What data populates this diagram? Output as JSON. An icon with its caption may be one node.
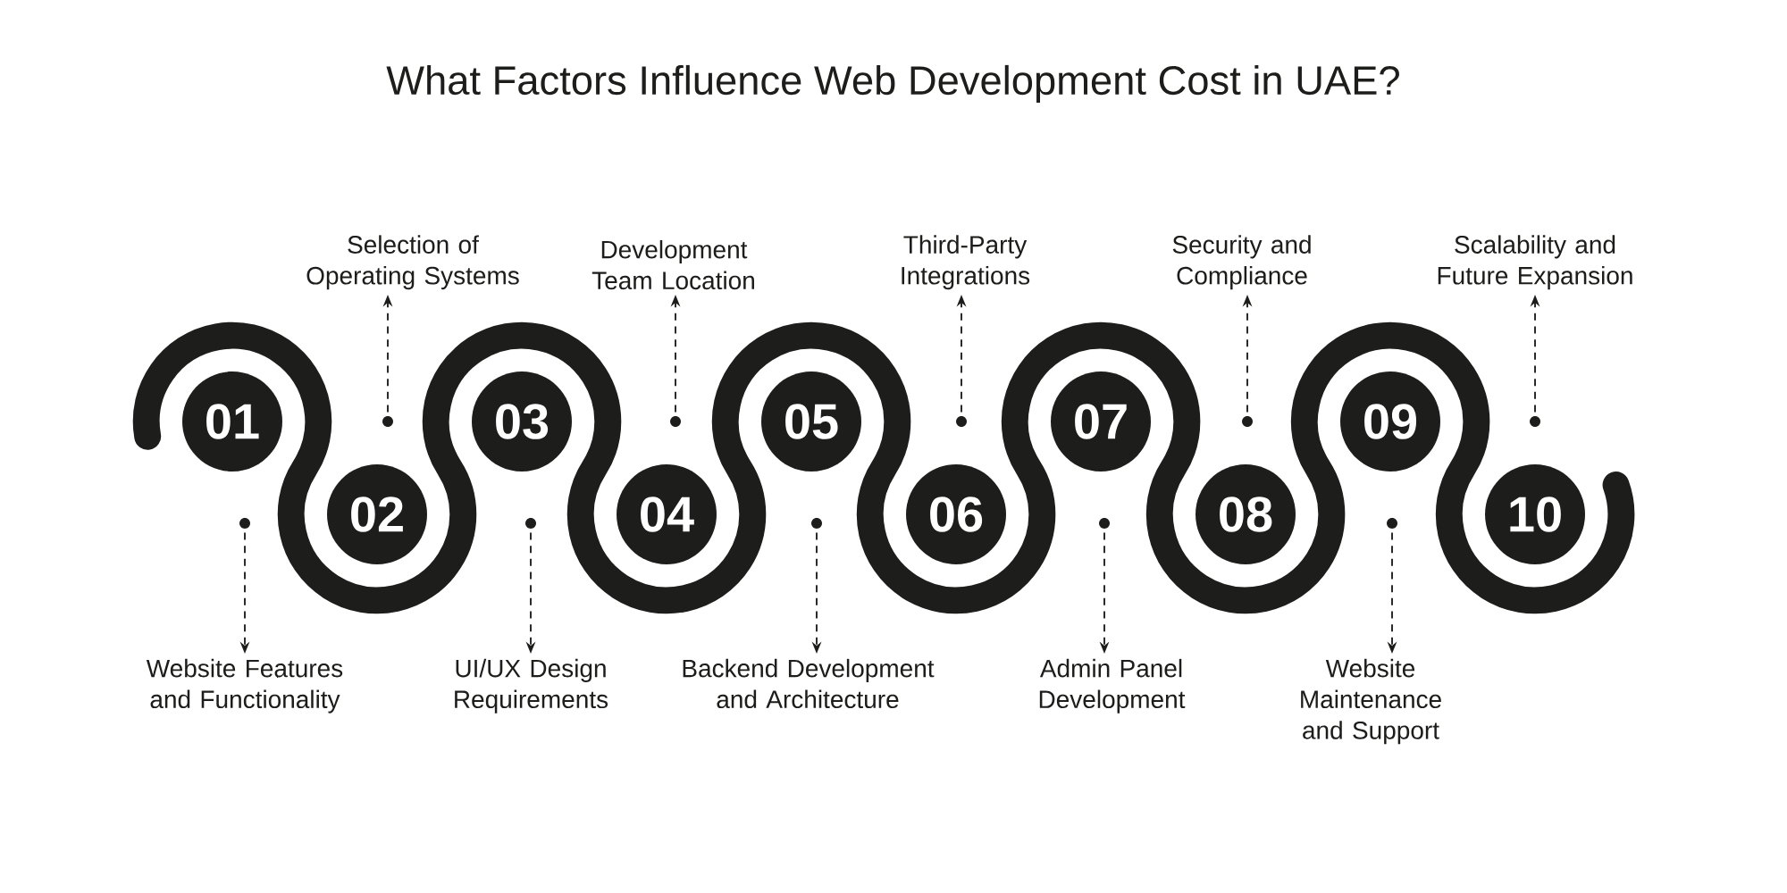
{
  "diagram": {
    "title": "What Factors Influence Web Development Cost in UAE?",
    "nodes": [
      {
        "text": [
          "01"
        ]
      },
      {
        "text": [
          "02"
        ]
      },
      {
        "text": [
          "03"
        ]
      },
      {
        "text": [
          "04"
        ]
      },
      {
        "text": [
          "05"
        ]
      },
      {
        "text": [
          "06"
        ]
      },
      {
        "text": [
          "07"
        ]
      },
      {
        "text": [
          "08"
        ]
      },
      {
        "text": [
          "09"
        ]
      },
      {
        "text": [
          "10"
        ]
      },
      {
        "text": [
          "Website Features and Functionality"
        ]
      },
      {
        "text": [
          "Selection of Operating Systems"
        ]
      },
      {
        "text": [
          "UI/UX Design Requirements"
        ]
      },
      {
        "text": [
          "Development Team Location"
        ]
      },
      {
        "text": [
          "Backend Development and Architecture"
        ]
      },
      {
        "text": [
          "Third-Party Integrations"
        ]
      },
      {
        "text": [
          "Admin Panel Development"
        ]
      },
      {
        "text": [
          "Security and Compliance"
        ]
      },
      {
        "text": [
          "Website Maintenance and Support"
        ]
      },
      {
        "text": [
          "Scalability and Future Expansion"
        ]
      },
      {
        "text": [],
        "shape": "circle"
      },
      {
        "text": [],
        "shape": "circle"
      },
      {
        "text": [],
        "shape": "circle"
      },
      {
        "text": [],
        "shape": "circle"
      },
      {
        "text": [],
        "shape": "circle"
      },
      {
        "text": [],
        "shape": "circle"
      },
      {
        "text": [],
        "shape": "circle"
      },
      {
        "text": [],
        "shape": "circle"
      },
      {
        "text": [],
        "shape": "circle"
      },
      {
        "text": [],
        "shape": "circle"
      }
    ],
    "edges": [
      {
        "from": 20,
        "to": 10,
        "arrow": "to",
        "style": "dashed"
      },
      {
        "from": 21,
        "to": 11,
        "arrow": "to",
        "style": "dashed"
      },
      {
        "from": 22,
        "to": 12,
        "arrow": "to",
        "style": "dashed"
      },
      {
        "from": 23,
        "to": 13,
        "arrow": "to",
        "style": "dashed"
      },
      {
        "from": 24,
        "to": 14,
        "arrow": "to",
        "style": "dashed"
      },
      {
        "from": 25,
        "to": 15,
        "arrow": "to",
        "style": "dashed"
      },
      {
        "from": 26,
        "to": 16,
        "arrow": "to",
        "style": "dashed"
      },
      {
        "from": 27,
        "to": 17,
        "arrow": "to",
        "style": "dashed"
      },
      {
        "from": 28,
        "to": 18,
        "arrow": "to",
        "style": "dashed"
      },
      {
        "from": 29,
        "to": 19,
        "arrow": "to",
        "style": "dashed"
      }
    ]
  }
}
